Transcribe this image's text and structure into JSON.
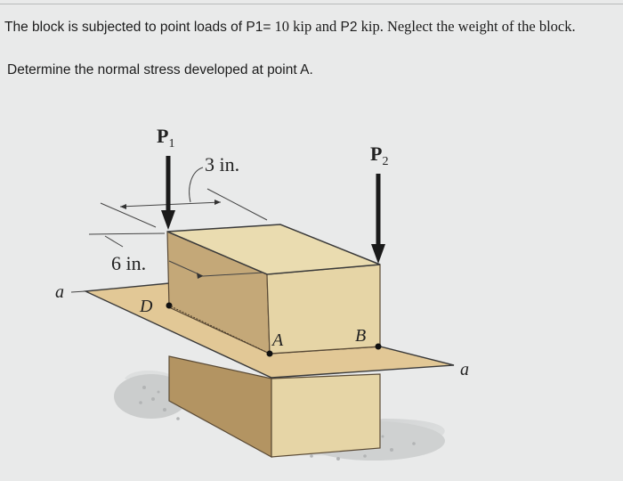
{
  "problem": {
    "statement_part1": "The block is subjected to point loads of P1=",
    "statement_p1_value": " 10 kip and",
    "statement_part2": " P2",
    "statement_part3": " kip. Neglect the weight of the block.",
    "question": "Determine the normal stress developed at point A."
  },
  "diagram": {
    "load1": {
      "symbol": "P",
      "subscript": "1"
    },
    "load2": {
      "symbol": "P",
      "subscript": "2"
    },
    "dimension_top": "3 in.",
    "dimension_side": "6 in.",
    "section_label_left": "a",
    "section_label_right": "a",
    "points": {
      "A": "A",
      "B": "B",
      "D": "D"
    },
    "colors": {
      "block_top": "#eadcb0",
      "block_front": "#e6d5a6",
      "block_side": "#c2a677",
      "section_plane": "#e2c896",
      "shadow": "#c9cbcc",
      "arrow": "#1a1a1a"
    }
  }
}
